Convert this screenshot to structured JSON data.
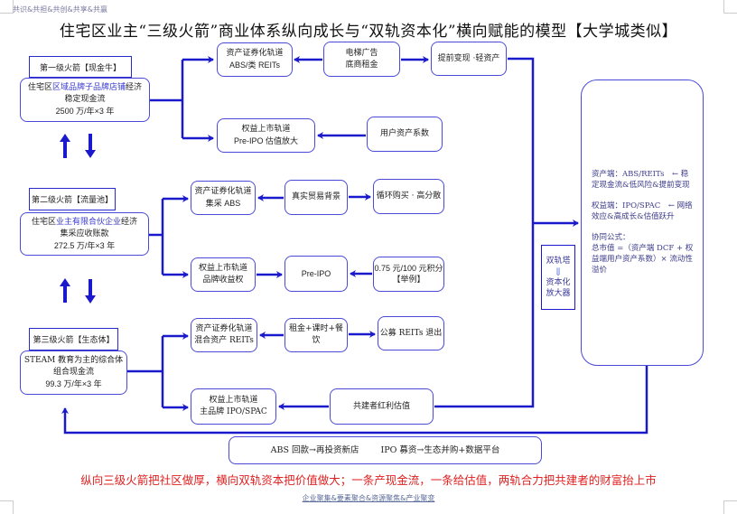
{
  "header_motto": "共识&共担&共创&共享&共赢",
  "title": "住宅区业主“三级火箭”商业体系纵向成长与“双轨资本化”横向赋能的模型【大学城类似】",
  "rockets": [
    {
      "label": "第一级火箭【现金牛】",
      "line1_prefix": "住宅区",
      "line1_highlight": "区域品牌子品牌店铺",
      "line1_suffix": "经济",
      "line2": "稳定现金流",
      "line3": "2500 万/年×3 年"
    },
    {
      "label": "第二级火箭【流量池】",
      "line1_prefix": "住宅区",
      "line1_highlight": "业主有限合伙企业",
      "line1_suffix": "经济",
      "line2": "集采应收账款",
      "line3": "272.5 万/年×3 年"
    },
    {
      "label": "第三级火箭【生态体】",
      "line1_prefix": "STEAM 教育为主的综合体",
      "line1_highlight": "",
      "line1_suffix": "",
      "line2": "组合现金流",
      "line3": "99.3 万/年×3 年"
    }
  ],
  "nodes": {
    "l1_abs": [
      "资产证券化轨道",
      "ABS/类 REITs"
    ],
    "l1_ads": [
      "电梯广告",
      "底商租金"
    ],
    "l1_early": "提前变现 ·轻资产",
    "l1_ipo": [
      "权益上市轨道",
      "Pre-IPO 估值放大"
    ],
    "l1_user": "用户资产系数",
    "l2_abs": [
      "资产证券化轨道",
      "集采 ABS"
    ],
    "l2_trade": "真实贸易背景",
    "l2_cycle": "循环购买 · 高分散",
    "l2_ipo": [
      "权益上市轨道",
      "品牌收益权"
    ],
    "l2_preipo": "Pre-IPO",
    "l2_points": [
      "0.75 元/100 元积分",
      "【举例】"
    ],
    "l3_abs": [
      "资产证券化轨道",
      "混合资产 REITs"
    ],
    "l3_rent": "租金+课时+餐饮",
    "l3_reits": "公募 REITs 退出",
    "l3_ipo": [
      "权益上市轨道",
      "主品牌 IPO/SPAC"
    ],
    "l3_dividend": "共建者红利估值"
  },
  "dual_rail": {
    "top": "双轨塔",
    "arrow": "⇓",
    "bottom": [
      "资本化",
      "放大器"
    ]
  },
  "summary": {
    "asset": "资产端：ABS/REITs　← 稳定现金流&低风险&提前变现",
    "equity": "权益端：IPO/SPAC　← 网络效应&高成长&估值跃升",
    "formula_title": "协同公式：",
    "formula": "总市值 =（资产端 DCF + 权益端用户资产系数）× 流动性溢价"
  },
  "loop_box": {
    "left": "ABS 回款→再投资新店",
    "right": "IPO 募资→生态并购+数据平台"
  },
  "conclusion": "纵向三级火箭把社区做厚，横向双轨资本把价值做大；一条产现金流，一条给估值，两轨合力把共建者的财富抬上市",
  "footer": "企业聚集&要素聚合&资源聚焦&产业聚变",
  "colors": {
    "line": "#1a1acc",
    "accent_text": "#3a3ad0",
    "conclusion": "#e02020"
  }
}
